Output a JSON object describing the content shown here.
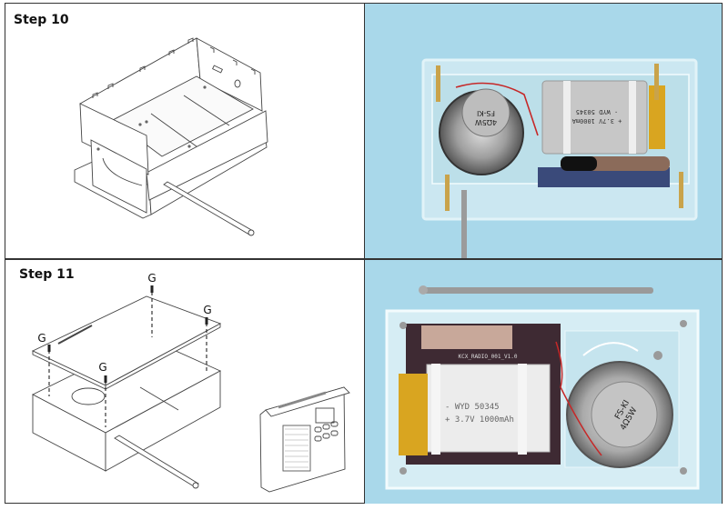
{
  "steps": [
    {
      "title": "Step 10",
      "drawing": "isometric acrylic case assembly with side walls and antenna",
      "photo": {
        "description": "photo of assembled acrylic radio case, open top",
        "battery_label_line1": "- WYD   50345",
        "battery_label_line2": "+ 3.7V 1000mA",
        "speaker_label_line1": "FS-KI",
        "speaker_label_line2": "4Ω5W"
      }
    },
    {
      "title": "Step 11",
      "drawing": "top plate fastened with screws G",
      "screw_labels": [
        "G",
        "G",
        "G",
        "G"
      ],
      "photo": {
        "description": "top view of completed radio with antenna",
        "pcb_label": "KCX_RADIO_001_V1.0",
        "battery_label_line1": "- WYD   50345",
        "battery_label_line2": "+ 3.7V 1000mAh",
        "speaker_label_line1": "FS-KI",
        "speaker_label_line2": "4Ω5W"
      }
    }
  ],
  "colors": {
    "border": "#333333",
    "photo_background": "#a9d8ea"
  }
}
